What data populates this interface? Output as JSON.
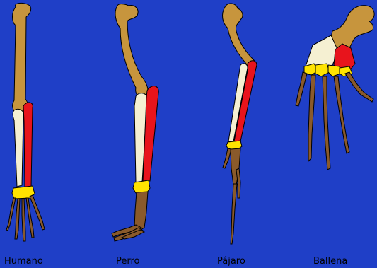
{
  "figure": {
    "labels": [
      "Humano",
      "Perro",
      "Pájaro",
      "Ballena"
    ],
    "colors": {
      "background": "#1f3fc7",
      "humerus": "#c7953d",
      "radius": "#f5f0d2",
      "ulna": "#e8141c",
      "carpals": "#ffe300",
      "hand": "#8a5a2b",
      "outline": "#000000"
    }
  }
}
